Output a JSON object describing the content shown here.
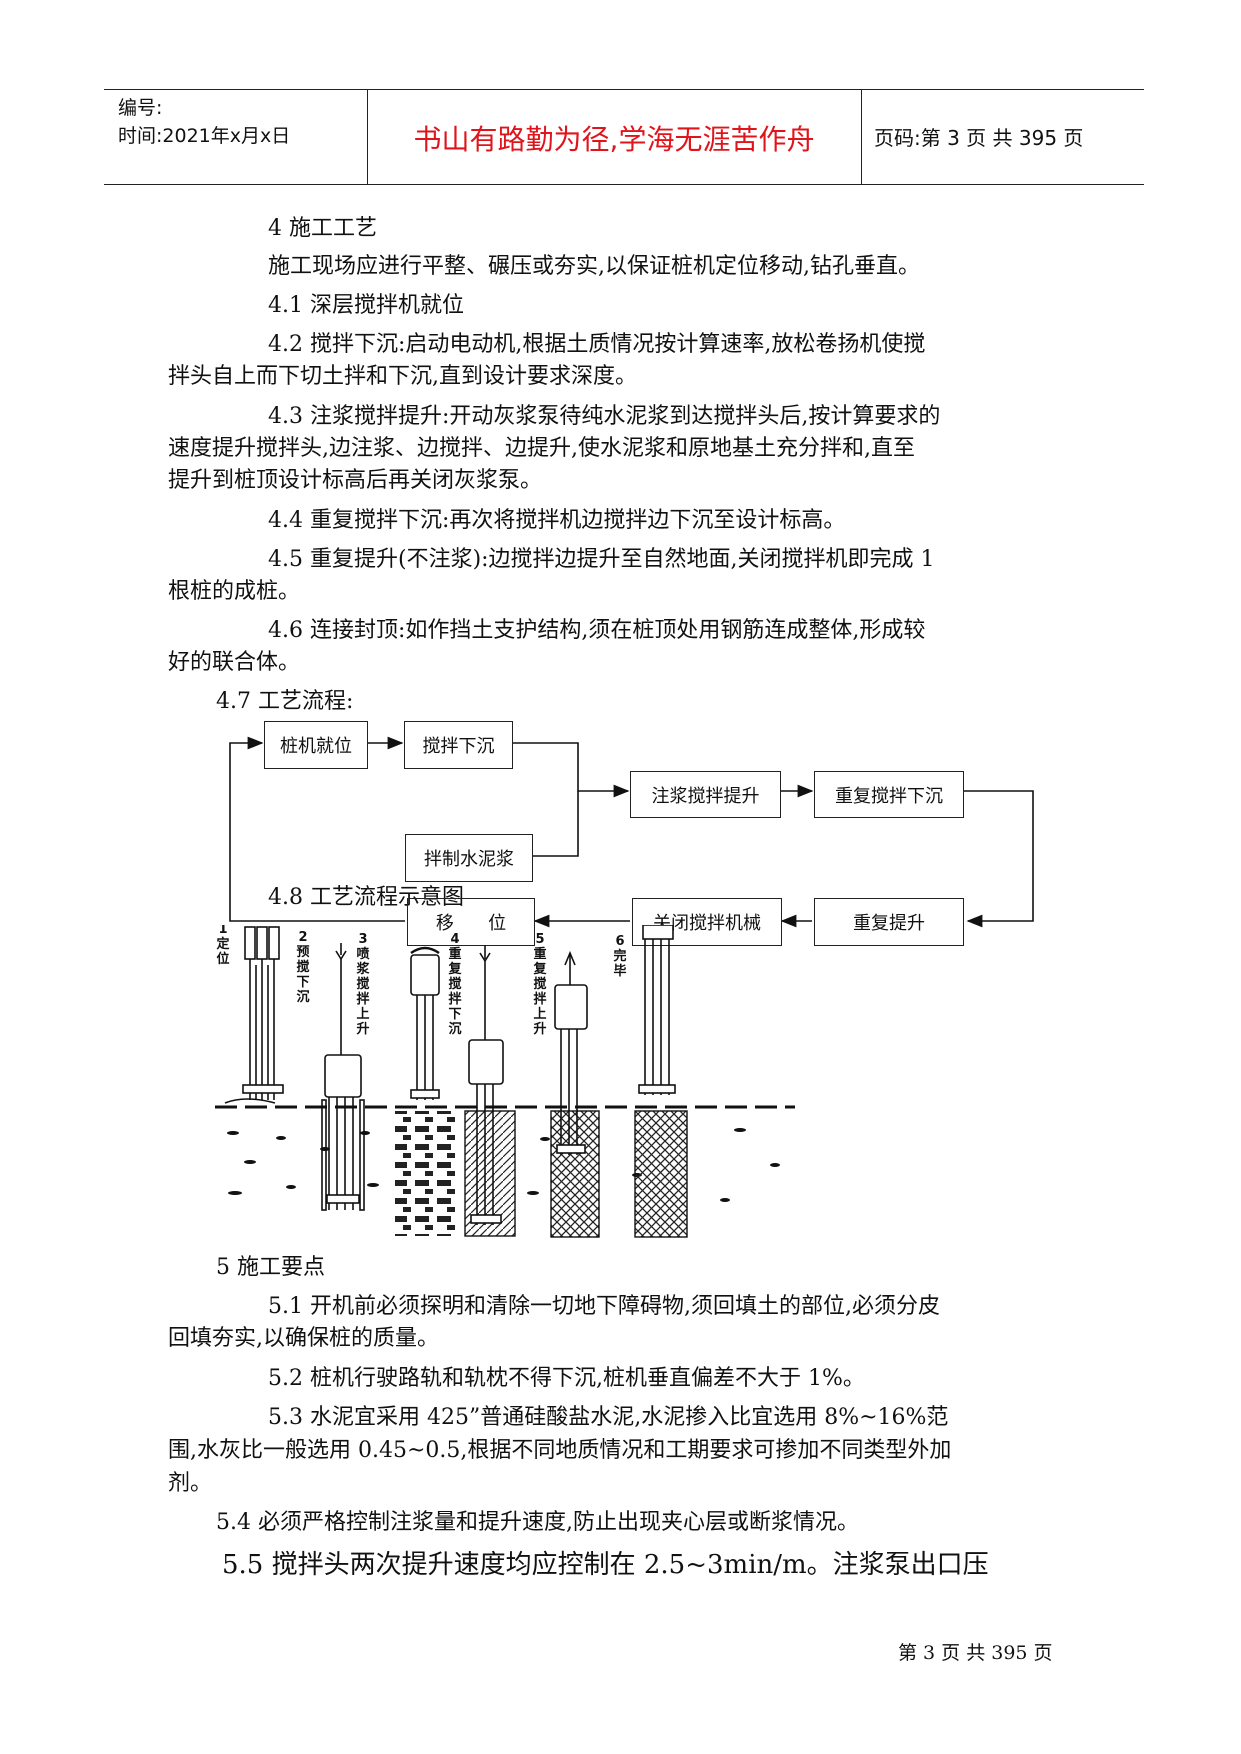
{
  "header": {
    "number_label": "编号:",
    "time_label": "时间:2021年x月x日",
    "motto": "书山有路勤为径,学海无涯苦作舟",
    "page_label": "页码:第 3 页 共 395 页"
  },
  "body": {
    "s4_title": "4 施工工艺",
    "s4_intro": "施工现场应进行平整、碾压或夯实,以保证桩机定位移动,钻孔垂直。",
    "s4_1": "4.1 深层搅拌机就位",
    "s4_2_a": "4.2 搅拌下沉:启动电动机,根据土质情况按计算速率,放松卷扬机使搅",
    "s4_2_b": "拌头自上而下切土拌和下沉,直到设计要求深度。",
    "s4_3_a": "4.3 注浆搅拌提升:开动灰浆泵待纯水泥浆到达搅拌头后,按计算要求的",
    "s4_3_b": "速度提升搅拌头,边注浆、边搅拌、边提升,使水泥浆和原地基土充分拌和,直至",
    "s4_3_c": "提升到桩顶设计标高后再关闭灰浆泵。",
    "s4_4": "4.4 重复搅拌下沉:再次将搅拌机边搅拌边下沉至设计标高。",
    "s4_5_a": "4.5 重复提升(不注浆):边搅拌边提升至自然地面,关闭搅拌机即完成 1",
    "s4_5_b": "根桩的成桩。",
    "s4_6_a": "4.6 连接封顶:如作挡土支护结构,须在桩顶处用钢筋连成整体,形成较",
    "s4_6_b": "好的联合体。",
    "s4_7": "4.7 工艺流程:",
    "s4_8": "4.8 工艺流程示意图",
    "s5_title": "5 施工要点",
    "s5_1_a": "5.1 开机前必须探明和清除一切地下障碍物,须回填土的部位,必须分皮",
    "s5_1_b": "回填夯实,以确保桩的质量。",
    "s5_2": "5.2 桩机行驶路轨和轨枕不得下沉,桩机垂直偏差不大于 1%。",
    "s5_3_a": "5.3 水泥宜采用 425”普通硅酸盐水泥,水泥掺入比宜选用 8%~16%范",
    "s5_3_b": "围,水灰比一般选用 0.45~0.5,根据不同地质情况和工期要求可掺加不同类型外加",
    "s5_3_c": "剂。",
    "s5_4": "5.4 必须严格控制注浆量和提升速度,防止出现夹心层或断浆情况。",
    "s5_5": "5.5 搅拌头两次提升速度均应控制在 2.5~3min/m。注浆泵出口压"
  },
  "flowchart": {
    "positioning": "桩机就位",
    "mix_sink": "搅拌下沉",
    "grout_lift": "注浆搅拌提升",
    "repeat_sink": "重复搅拌下沉",
    "mix_slurry": "拌制水泥浆",
    "move": "移      位",
    "stop_machine": "关闭搅拌机械",
    "repeat_lift": "重复提升"
  },
  "illustration": {
    "step1": "1定位",
    "step2": "2预搅下沉",
    "step3": "3喷浆搅拌上升",
    "step4": "4重复搅拌下沉",
    "step5": "5重复搅拌上升",
    "step6": "6完毕"
  },
  "footer": {
    "page": "第 3 页 共 395 页"
  }
}
